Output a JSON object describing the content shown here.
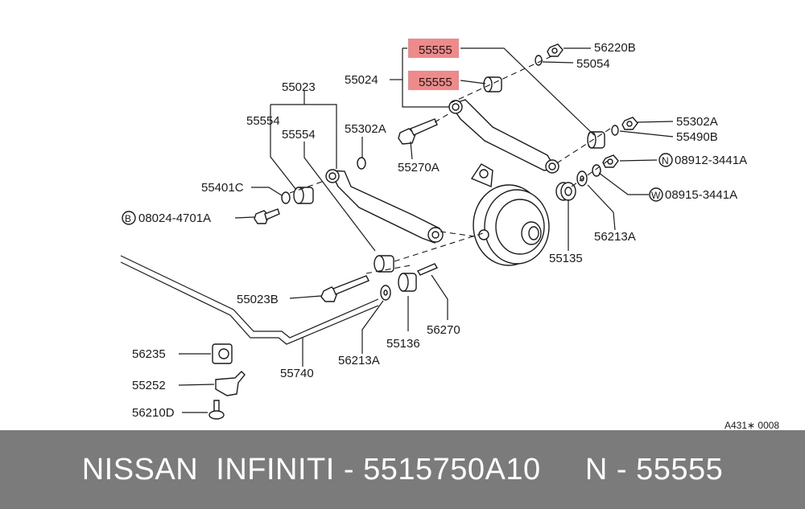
{
  "diagram": {
    "labels": {
      "p55555_top": "55555",
      "p55555_mid": "55555",
      "p55024": "55024",
      "p56220B": "56220B",
      "p55054": "55054",
      "p55023": "55023",
      "p55554_a": "55554",
      "p55554_b": "55554",
      "p55302A_left": "55302A",
      "p55270A": "55270A",
      "p55302A_right": "55302A",
      "p55490B": "55490B",
      "p08912": "08912-3441A",
      "p08912_prefix": "N",
      "p08915": "08915-3441A",
      "p08915_prefix": "W",
      "p56213A_right": "56213A",
      "p55135": "55135",
      "p55401C": "55401C",
      "p08024": "08024-4701A",
      "p08024_prefix": "B",
      "p55023B": "55023B",
      "p56270": "56270",
      "p55136": "55136",
      "p56213A_bottom": "56213A",
      "p56235": "56235",
      "p55740": "55740",
      "p55252": "55252",
      "p56210D": "56210D",
      "ref_code": "A431∗ 0008"
    },
    "highlight_color": "#ef8a8a"
  },
  "footer": {
    "text": "NISSAN  INFINITI - 5515750A10     N - 55555",
    "background": "#7b7b7b"
  }
}
